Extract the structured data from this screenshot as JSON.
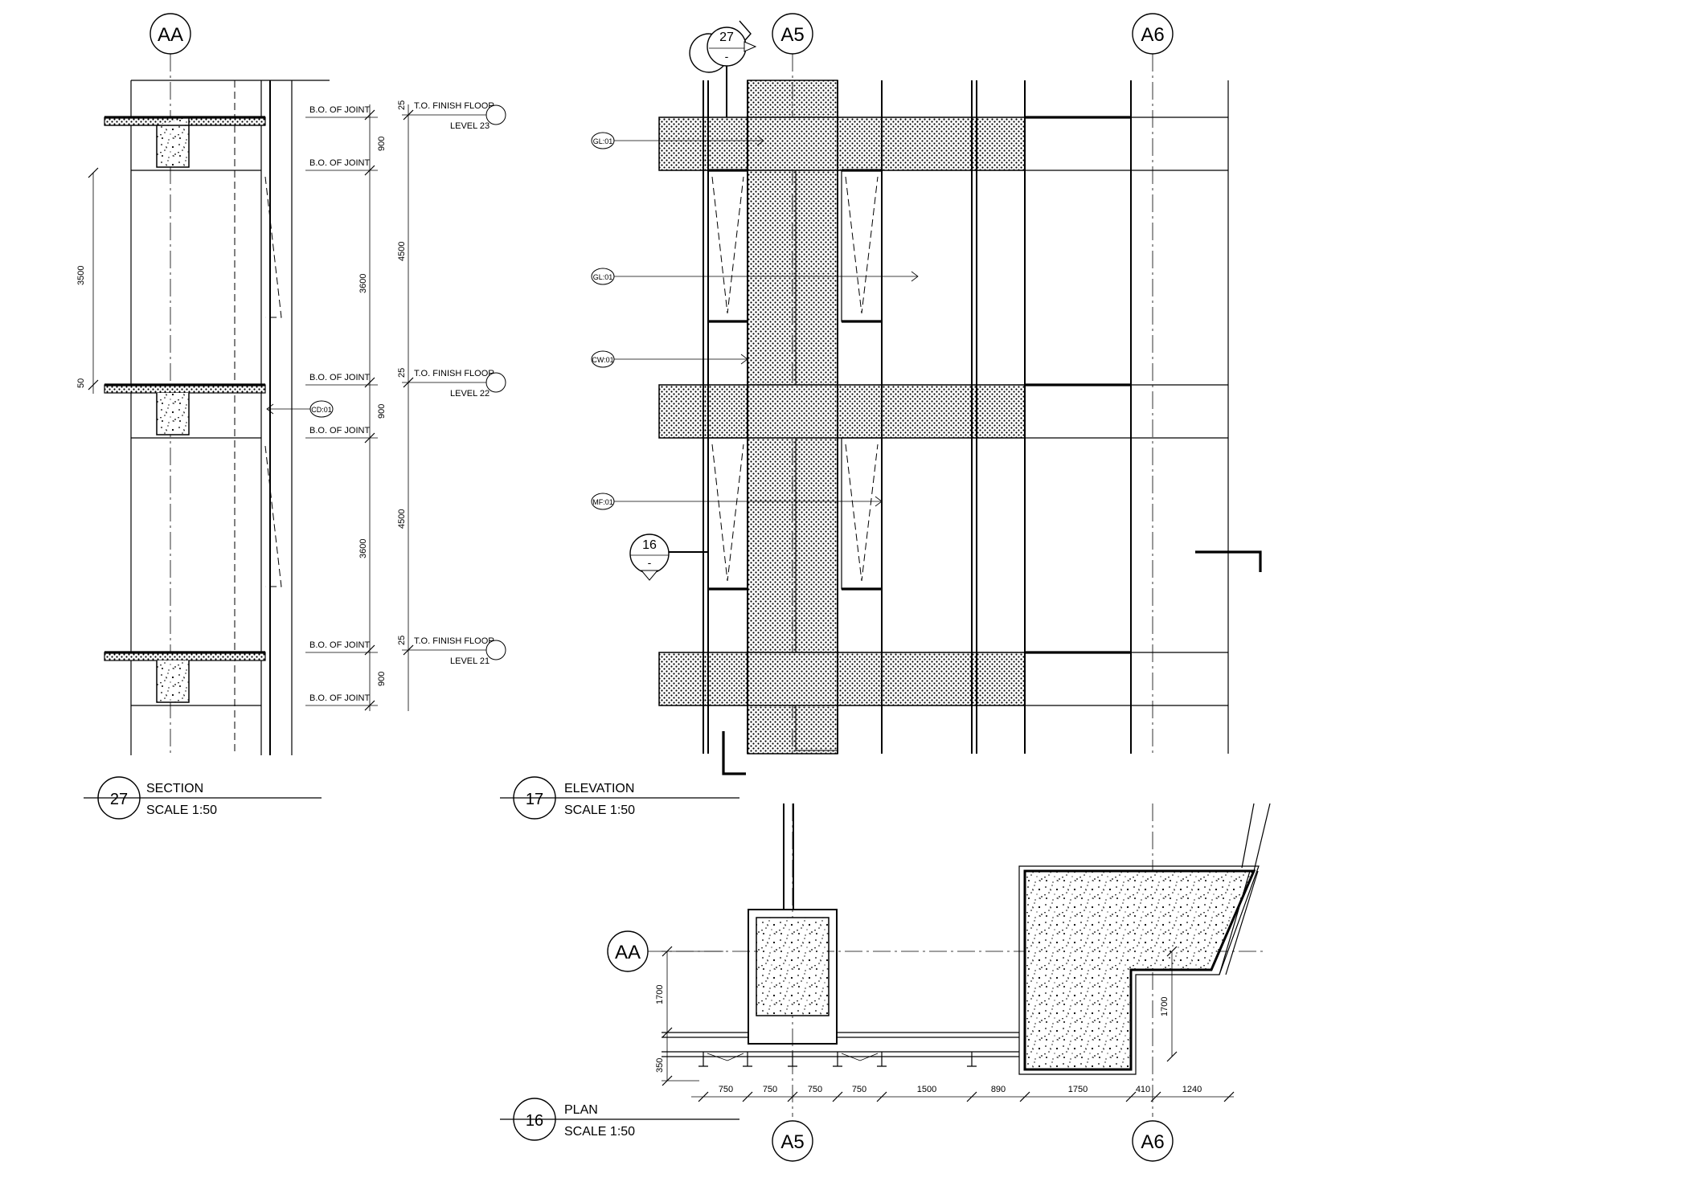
{
  "grids": {
    "aa": "AA",
    "a5": "A5",
    "a6": "A6"
  },
  "section": {
    "number": "27",
    "title": "SECTION",
    "scale": "SCALE 1:50",
    "bo_joint": "B.O. OF JOINT",
    "finish_floor": "T.O. FINISH FLOOR",
    "levels": [
      "LEVEL 23",
      "LEVEL 22",
      "LEVEL 21"
    ],
    "dims": {
      "d25": "25",
      "d900": "900",
      "d3600": "3600",
      "d4500": "4500",
      "d3500": "3500",
      "d50": "50"
    },
    "tag_cd": "CD:01"
  },
  "elevation": {
    "number": "17",
    "title": "ELEVATION",
    "scale": "SCALE 1:50",
    "callout_section": "27",
    "callout_section_sheet": "-",
    "callout_plan": "16",
    "callout_plan_sheet": "-",
    "tags": [
      "GL:01",
      "GL:01",
      "CW:01",
      "MF:01"
    ]
  },
  "plan": {
    "number": "16",
    "title": "PLAN",
    "scale": "SCALE 1:50",
    "dims_bottom": [
      "750",
      "750",
      "750",
      "750",
      "1500",
      "890",
      "1750",
      "410",
      "1240"
    ],
    "dim_1700_left": "1700",
    "dim_350": "350",
    "dim_1700_right": "1700"
  },
  "colors": {
    "ink": "#000000",
    "paper": "#ffffff"
  }
}
